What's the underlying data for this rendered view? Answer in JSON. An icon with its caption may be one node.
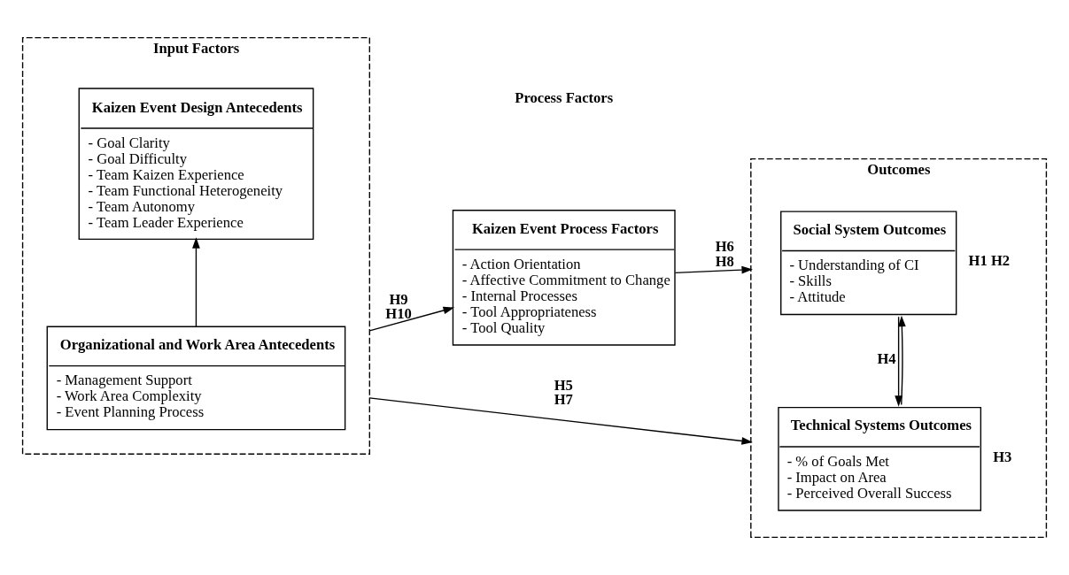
{
  "diagram": {
    "nodes": [
      {
        "text": [
          "Input Factors"
        ]
      },
      {
        "text": [
          "Kaizen Event Design Antecedents",
          "- Goal Clarity",
          "- Goal Difficulty",
          "- Team Kaizen Experience",
          "- Team Functional Heterogeneity",
          "- Team Autonomy",
          "- Team Leader Experience"
        ],
        "in": 0
      },
      {
        "text": [
          "Organizational and Work Area Antecedents",
          "- Management Support",
          "- Work Area Complexity",
          "- Event Planning Process"
        ],
        "in": 0
      },
      {
        "text": [
          "Kaizen Event Process Factors",
          "- Action Orientation",
          "- Affective Commitment to Change",
          "- Internal Processes",
          "- Tool Appropriateness",
          "- Tool Quality"
        ]
      },
      {
        "text": [
          "Outcomes"
        ]
      },
      {
        "text": [
          "Social System Outcomes",
          "- Understanding of CI",
          "- Skills",
          "- Attitude"
        ],
        "in": 4,
        "beside": [
          "H1 H2"
        ]
      },
      {
        "text": [
          "Technical Systems Outcomes",
          "- % of Goals Met",
          "- Impact on Area",
          "- Perceived Overall Success"
        ],
        "in": 4,
        "beside": [
          "H3"
        ]
      }
    ],
    "edges": [
      {
        "from": 2,
        "to": 1,
        "arrow": "to"
      },
      {
        "from": 0,
        "to": 3,
        "arrow": "to",
        "label": "H9 H10"
      },
      {
        "from": 3,
        "to": 4,
        "arrow": "to",
        "label": "H6 H8"
      },
      {
        "from": 6,
        "to": 5,
        "arrow": "to"
      },
      {
        "from": 5,
        "to": 6,
        "arrow": "to",
        "label": "H4"
      },
      {
        "from": 0,
        "to": 4,
        "arrow": "to",
        "label": "H5 H7"
      }
    ],
    "labels": [
      "Process Factors"
    ]
  }
}
